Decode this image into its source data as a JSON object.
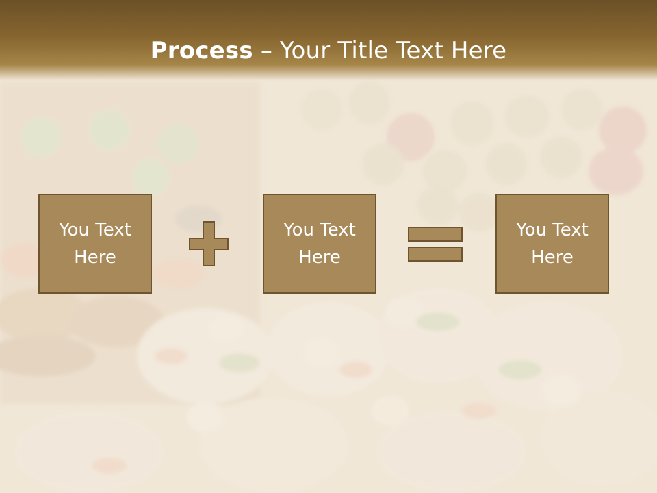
{
  "slide": {
    "title_bold": "Process",
    "title_separator": " – ",
    "title_rest": "Your Title Text Here"
  },
  "process": {
    "boxes": [
      {
        "label": "You Text Here"
      },
      {
        "label": "You Text Here"
      },
      {
        "label": "You Text Here"
      }
    ],
    "operators": [
      "plus-icon",
      "equals-icon"
    ]
  },
  "colors": {
    "header": "#86652f",
    "box_fill": "#a8895a",
    "box_border": "#6e5530",
    "text": "#ffffff"
  }
}
